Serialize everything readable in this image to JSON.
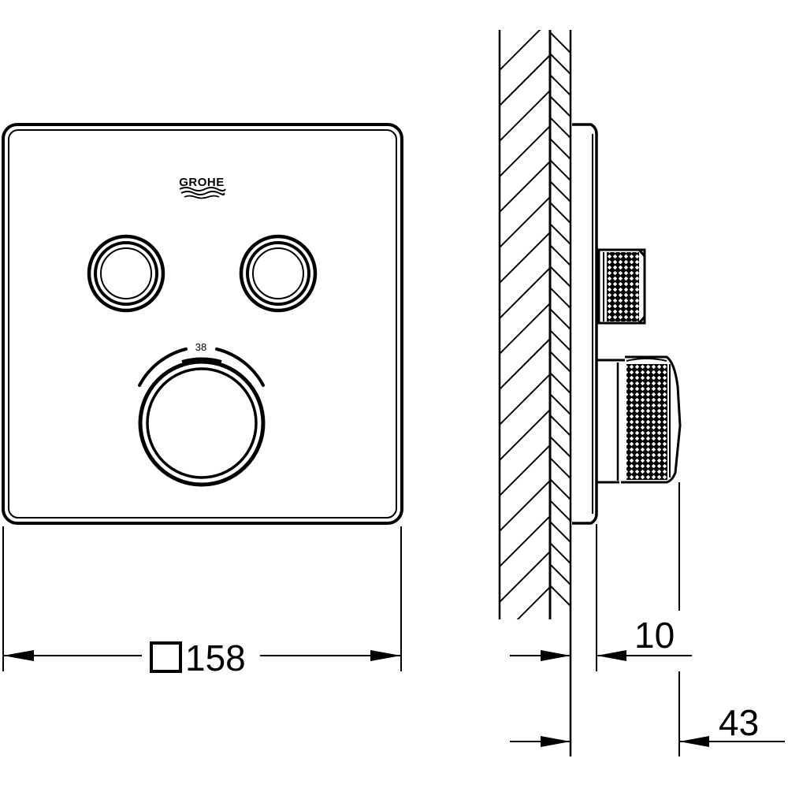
{
  "drawing": {
    "subject": "Concealed thermostat trim plate with two push buttons and temperature knob",
    "front_view": {
      "brand_logo": "GROHE",
      "temperature_mark": "38",
      "buttons": [
        {
          "name": "left-push-button"
        },
        {
          "name": "right-push-button"
        }
      ],
      "knob": {
        "name": "temperature-knob"
      }
    },
    "dimensions": {
      "plate_size_symbol": "□",
      "plate_size_value": "158",
      "projection_plate": "10",
      "projection_total": "43"
    }
  },
  "colors": {
    "line": "#000000",
    "background": "#ffffff"
  }
}
